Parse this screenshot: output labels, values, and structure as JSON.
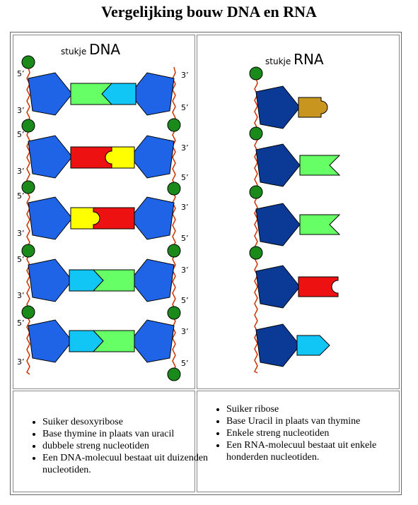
{
  "title": "Vergelijking bouw DNA en RNA",
  "dna": {
    "label_small": "stukje",
    "label_big": "DNA",
    "end_5": "5’",
    "end_3": "3’",
    "bullets": [
      "Suiker desoxyribose",
      "Base thymine in plaats van uracil",
      "dubbele streng nucleotiden",
      "Een DNA-molecuul bestaat uit duizenden nucleotiden."
    ]
  },
  "rna": {
    "label_small": "stukje",
    "label_big": "RNA",
    "bullets": [
      "Suiker ribose",
      "Base Uracil in plaats van thymine",
      "Enkele streng nucleotiden",
      "Een RNA-molecuul bestaat uit enkele honderden nucleotiden."
    ]
  },
  "colors": {
    "strand": "#cc3300",
    "phosphate": "#1a8a1a",
    "sugar_dna": "#1f63e6",
    "sugar_rna": "#0b3a96",
    "adenine": "#66ff66",
    "thymine": "#11c6f5",
    "guanine": "#ee1111",
    "cytosine": "#ffff00",
    "uracil": "#c8961e"
  }
}
